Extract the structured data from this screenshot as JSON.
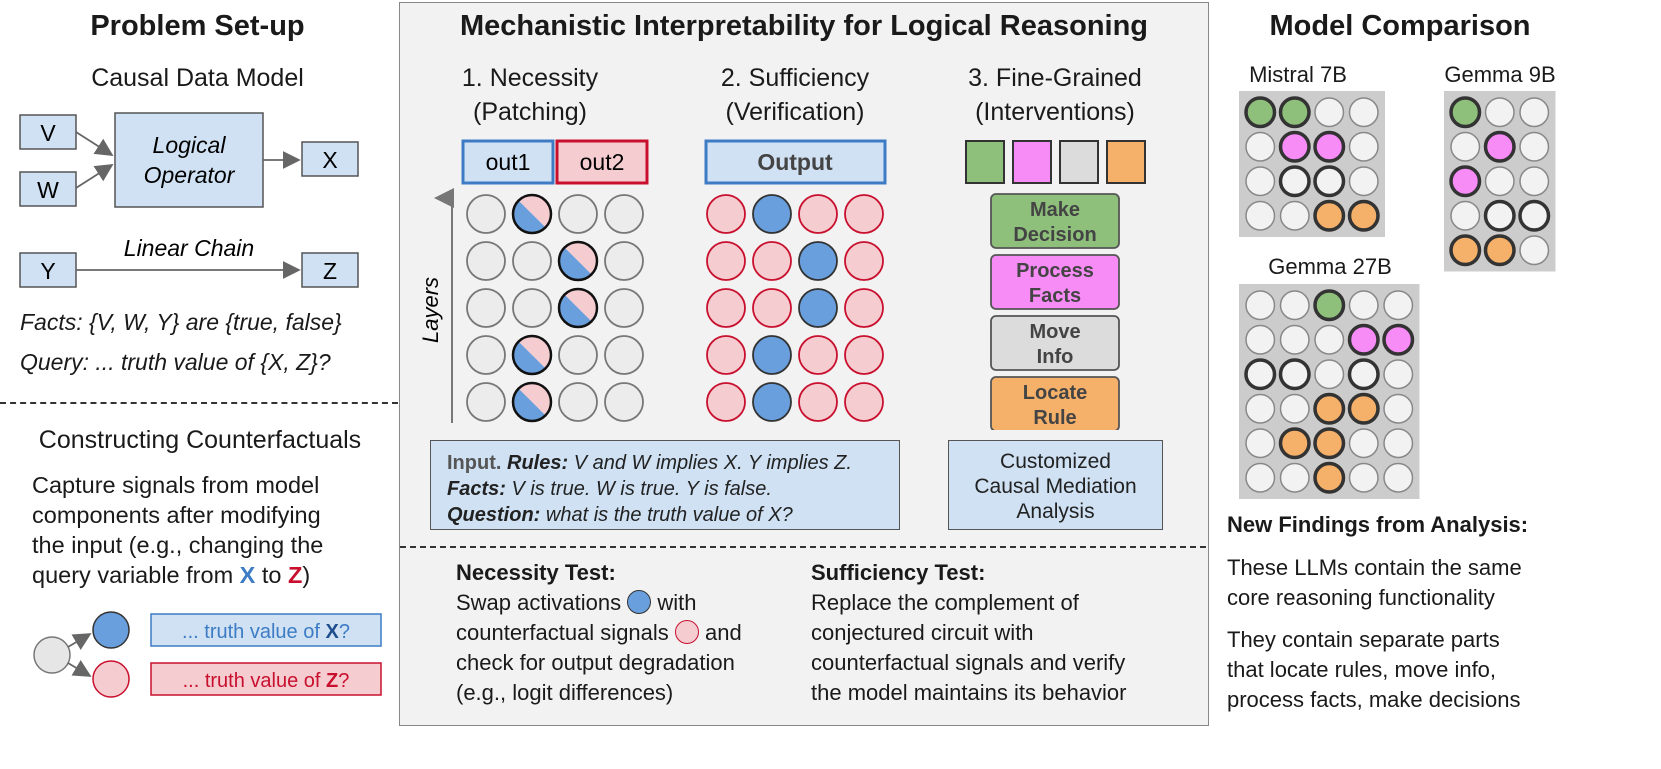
{
  "colors": {
    "blue_fill": "#6a9fdd",
    "blue_light": "#cfe1f3",
    "blue_border": "#3d7cc4",
    "pink_fill": "#f5cdd1",
    "red_border": "#c8102e",
    "green": "#8ec07c",
    "magenta": "#f78cf7",
    "gray": "#dcdcdc",
    "orange": "#f5b06a",
    "panel_bg": "#f2f2f2",
    "grid_bg": "#cccccc"
  },
  "left": {
    "title": "Problem Set-up",
    "causal_title": "Causal Data Model",
    "nodes": {
      "v": "V",
      "w": "W",
      "x": "X",
      "y": "Y",
      "z": "Z"
    },
    "operator": [
      "Logical",
      "Operator"
    ],
    "chain_label": "Linear Chain",
    "facts": "Facts: {V, W, Y} are {true, false}",
    "query": "Query: ... truth value of {X, Z}?",
    "counterfactual_title": "Constructing Counterfactuals",
    "counterfactual_text": {
      "line1": "Capture signals from model",
      "line2": "components after modifying",
      "line3": "the input (e.g., changing the",
      "line4_pre": "query variable from ",
      "var_x": "X",
      "mid": " to ",
      "var_z": "Z",
      "close": ")"
    },
    "box_x": {
      "pre": "... truth value of ",
      "var": "X",
      "post": "?"
    },
    "box_z": {
      "pre": "... truth value of ",
      "var": "Z",
      "post": "?"
    }
  },
  "middle": {
    "title": "Mechanistic Interpretability for Logical Reasoning",
    "col1": [
      "1. Necessity",
      "(Patching)"
    ],
    "col2": [
      "2. Sufficiency",
      "(Verification)"
    ],
    "col3": [
      "3. Fine-Grained",
      "(Interventions)"
    ],
    "out1": "out1",
    "out2": "out2",
    "output": "Output",
    "layers_label": "Layers",
    "necessity_grid": [
      [
        "g",
        "h",
        "g",
        "g"
      ],
      [
        "g",
        "g",
        "h",
        "g"
      ],
      [
        "g",
        "g",
        "h",
        "g"
      ],
      [
        "g",
        "h",
        "g",
        "g"
      ],
      [
        "g",
        "h",
        "g",
        "g"
      ]
    ],
    "sufficiency_grid": [
      [
        "p",
        "b",
        "p",
        "p"
      ],
      [
        "p",
        "p",
        "b",
        "p"
      ],
      [
        "p",
        "p",
        "b",
        "p"
      ],
      [
        "p",
        "b",
        "p",
        "p"
      ],
      [
        "p",
        "b",
        "p",
        "p"
      ]
    ],
    "fine_swatches": [
      "green",
      "magenta",
      "gray",
      "orange"
    ],
    "fine_boxes": [
      {
        "l1": "Make",
        "l2": "Decision",
        "color": "green"
      },
      {
        "l1": "Process",
        "l2": "Facts",
        "color": "magenta"
      },
      {
        "l1": "Move",
        "l2": "Info",
        "color": "gray"
      },
      {
        "l1": "Locate",
        "l2": "Rule",
        "color": "orange"
      }
    ],
    "input_box": {
      "input_label": "Input.",
      "rules_label": "Rules:",
      "rules_text": "V and W implies X. Y implies Z.",
      "facts_label": "Facts:",
      "facts_text": "V is true. W is true. Y is false.",
      "question_label": "Question:",
      "question_text": "what is the truth value of X?"
    },
    "cma_box": [
      "Customized",
      "Causal Mediation",
      "Analysis"
    ],
    "necessity_test": {
      "title": "Necessity Test:",
      "l1_pre": "Swap activations",
      "l1_post": "with",
      "l2_pre": "counterfactual signals",
      "l2_post": "and",
      "l3": "check for output degradation",
      "l4": "(e.g., logit differences)"
    },
    "sufficiency_test": {
      "title": "Sufficiency Test:",
      "l1": "Replace the complement of",
      "l2": "conjectured circuit with",
      "l3": "counterfactual signals and verify",
      "l4": "the model maintains its behavior"
    }
  },
  "right": {
    "title": "Model Comparison",
    "models": [
      {
        "name": "Mistral 7B",
        "grid": [
          [
            "G",
            "G",
            "n",
            "n"
          ],
          [
            "n",
            "M",
            "M",
            "n"
          ],
          [
            "n",
            "D",
            "D",
            "n"
          ],
          [
            "n",
            "n",
            "O",
            "O"
          ]
        ]
      },
      {
        "name": "Gemma 9B",
        "grid": [
          [
            "G",
            "n",
            "n"
          ],
          [
            "n",
            "M",
            "n"
          ],
          [
            "M",
            "n",
            "n"
          ],
          [
            "n",
            "D",
            "D"
          ],
          [
            "O",
            "O",
            "n"
          ]
        ]
      },
      {
        "name": "Gemma 27B",
        "grid": [
          [
            "n",
            "n",
            "G",
            "n",
            "n"
          ],
          [
            "n",
            "n",
            "n",
            "M",
            "M"
          ],
          [
            "D",
            "D",
            "n",
            "D",
            "n"
          ],
          [
            "n",
            "n",
            "O",
            "O",
            "n"
          ],
          [
            "n",
            "O",
            "O",
            "n",
            "n"
          ],
          [
            "n",
            "n",
            "O",
            "n",
            "n"
          ]
        ]
      }
    ],
    "findings_title": "New Findings from Analysis:",
    "finding1": [
      "These LLMs contain the same",
      "core reasoning functionality"
    ],
    "finding2": [
      "They contain separate parts",
      "that locate rules, move info,",
      "process facts, make decisions"
    ]
  }
}
